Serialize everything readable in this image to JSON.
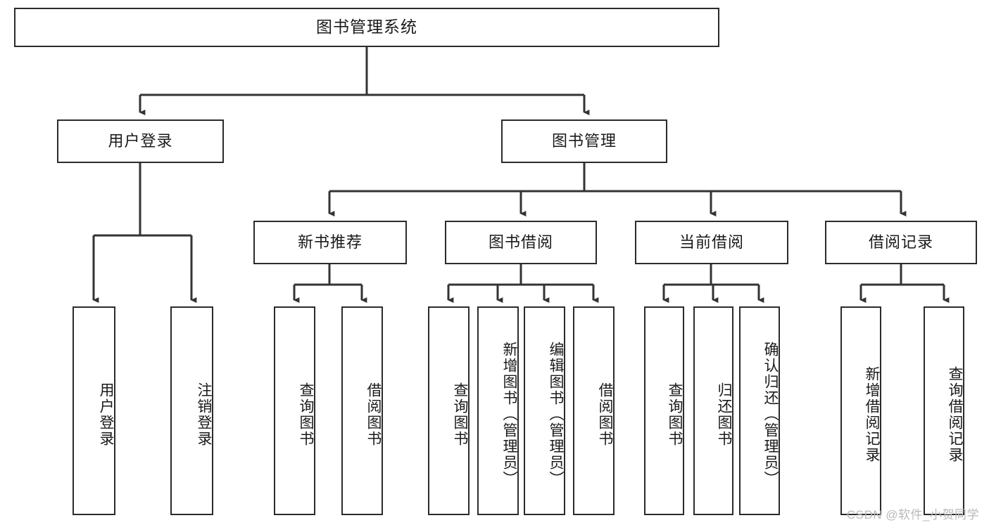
{
  "diagram": {
    "type": "tree",
    "title": "图书管理系统",
    "watermark": "CSDN @软件_小贺同学",
    "colors": {
      "box_border": "#2b2b2b",
      "box_fill": "#ffffff",
      "connector": "#333333",
      "text": "#1a1a1a",
      "watermark": "#b9b9b9"
    },
    "levels": {
      "root": "图书管理系统",
      "level2": [
        "用户登录",
        "图书管理"
      ],
      "level3": [
        "新书推荐",
        "图书借阅",
        "当前借阅",
        "借阅记录"
      ]
    },
    "nodes": {
      "root": {
        "label": "图书管理系统"
      },
      "user_login": {
        "label": "用户登录"
      },
      "book_manage": {
        "label": "图书管理"
      },
      "new_book_rec": {
        "label": "新书推荐"
      },
      "book_borrow": {
        "label": "图书借阅"
      },
      "current_borrow": {
        "label": "当前借阅"
      },
      "borrow_record": {
        "label": "借阅记录"
      },
      "leaf_1": {
        "label": "用户登录"
      },
      "leaf_2": {
        "label": "注销登录"
      },
      "leaf_3": {
        "label": "查询图书"
      },
      "leaf_4": {
        "label": "借阅图书"
      },
      "leaf_5": {
        "label": "查询图书"
      },
      "leaf_6": {
        "label": "新增图书（管理员）"
      },
      "leaf_7": {
        "label": "编辑图书（管理员）"
      },
      "leaf_8": {
        "label": "借阅图书"
      },
      "leaf_9": {
        "label": "查询图书"
      },
      "leaf_10": {
        "label": "归还图书"
      },
      "leaf_11": {
        "label": "确认归还（管理员）"
      },
      "leaf_12": {
        "label": "新增借阅记录"
      },
      "leaf_13": {
        "label": "查询借阅记录"
      }
    },
    "edges": [
      {
        "from": "root",
        "to": "user_login"
      },
      {
        "from": "root",
        "to": "book_manage"
      },
      {
        "from": "user_login",
        "to": "leaf_1"
      },
      {
        "from": "user_login",
        "to": "leaf_2"
      },
      {
        "from": "book_manage",
        "to": "new_book_rec"
      },
      {
        "from": "book_manage",
        "to": "book_borrow"
      },
      {
        "from": "book_manage",
        "to": "current_borrow"
      },
      {
        "from": "book_manage",
        "to": "borrow_record"
      },
      {
        "from": "new_book_rec",
        "to": "leaf_3"
      },
      {
        "from": "new_book_rec",
        "to": "leaf_4"
      },
      {
        "from": "book_borrow",
        "to": "leaf_5"
      },
      {
        "from": "book_borrow",
        "to": "leaf_6"
      },
      {
        "from": "book_borrow",
        "to": "leaf_7"
      },
      {
        "from": "book_borrow",
        "to": "leaf_8"
      },
      {
        "from": "current_borrow",
        "to": "leaf_9"
      },
      {
        "from": "current_borrow",
        "to": "leaf_10"
      },
      {
        "from": "current_borrow",
        "to": "leaf_11"
      },
      {
        "from": "borrow_record",
        "to": "leaf_12"
      },
      {
        "from": "borrow_record",
        "to": "leaf_13"
      }
    ]
  }
}
